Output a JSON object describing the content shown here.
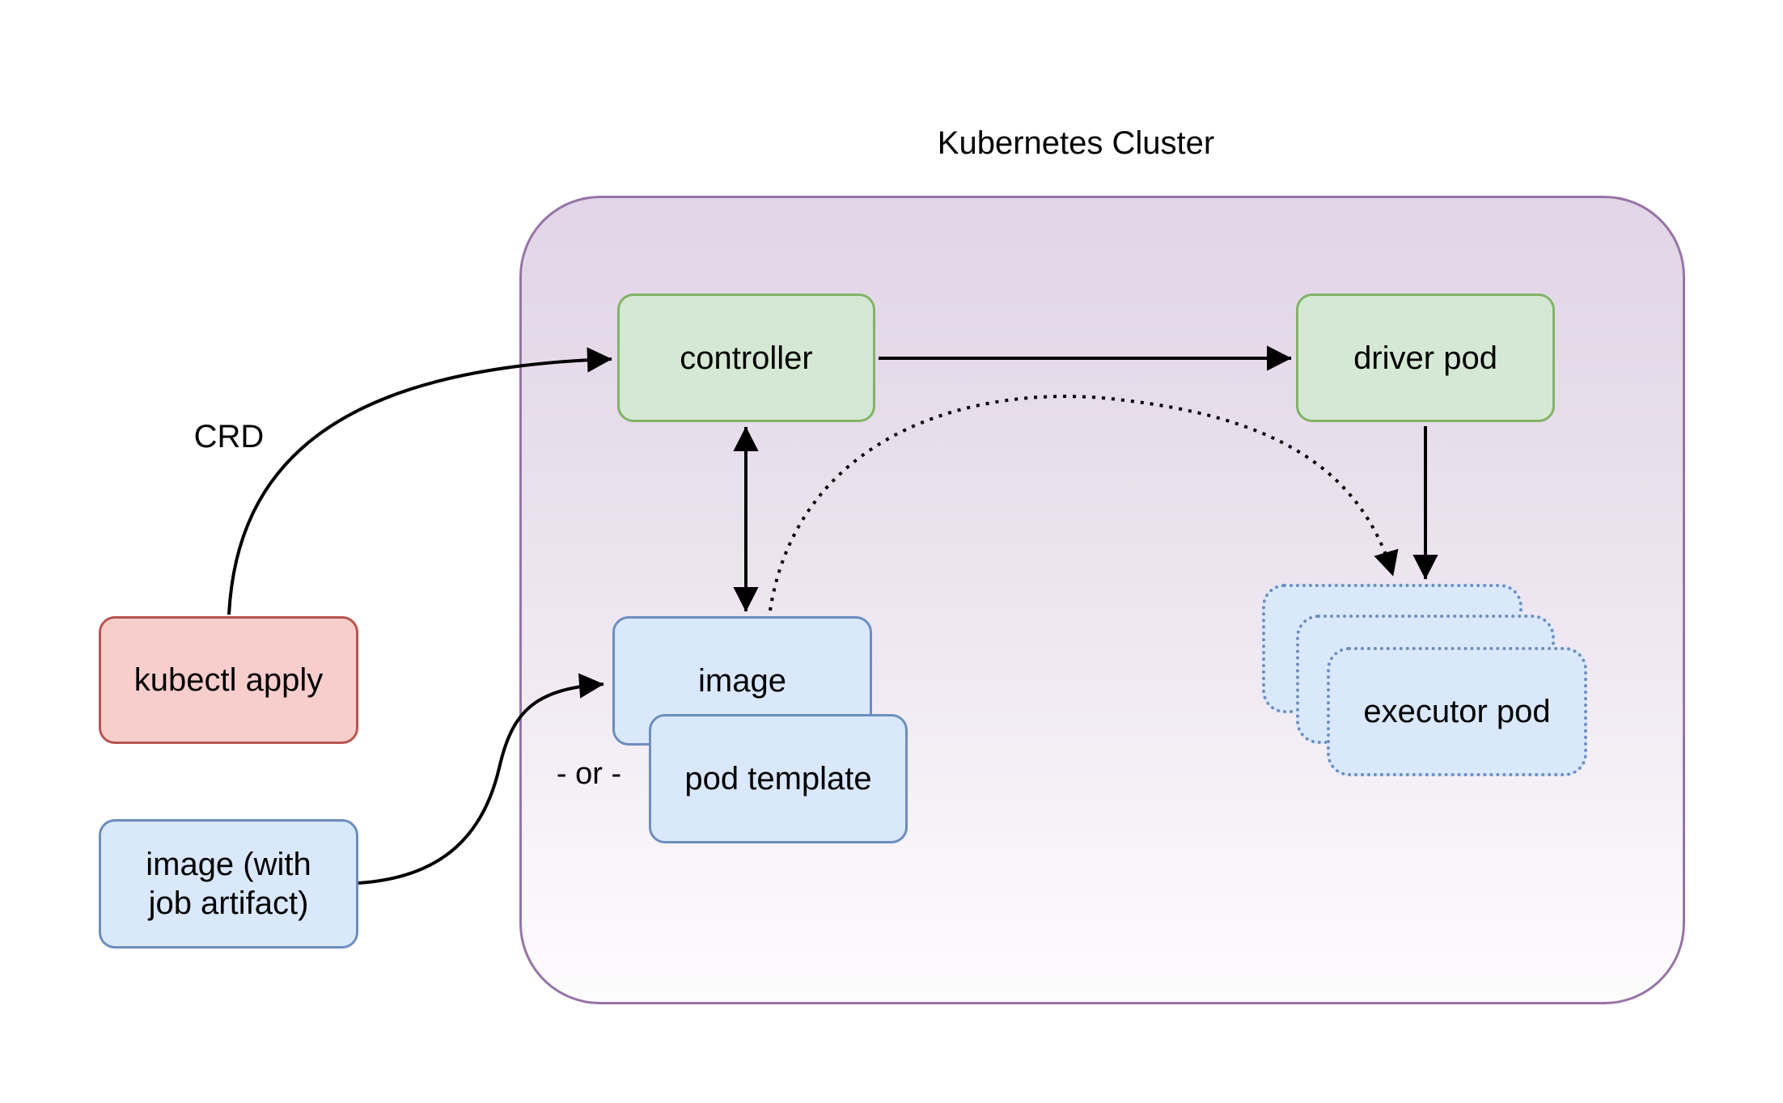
{
  "title": {
    "text": "Kubernetes Cluster"
  },
  "nodes": {
    "kubectl_apply": {
      "label": "kubectl apply"
    },
    "image_with_artifact": {
      "label": "image (with job artifact)"
    },
    "controller": {
      "label": "controller"
    },
    "driver_pod": {
      "label": "driver pod"
    },
    "image": {
      "label": "image"
    },
    "pod_template": {
      "label": "pod template"
    },
    "executor_pod": {
      "label": "executor pod"
    }
  },
  "edge_labels": {
    "crd": "CRD",
    "or": "- or -"
  },
  "colors": {
    "cluster_border": "#9673a6",
    "cluster_fill_top": "#e1d5e7",
    "cluster_fill_bottom": "#fdfcfd",
    "green_fill": "#d5e8d4",
    "green_border": "#82b366",
    "blue_fill": "#dae8fc",
    "blue_border": "#6c8ebf",
    "red_fill": "#f8cecc",
    "red_border": "#b85450",
    "arrow": "#000000",
    "text": "#000000"
  }
}
